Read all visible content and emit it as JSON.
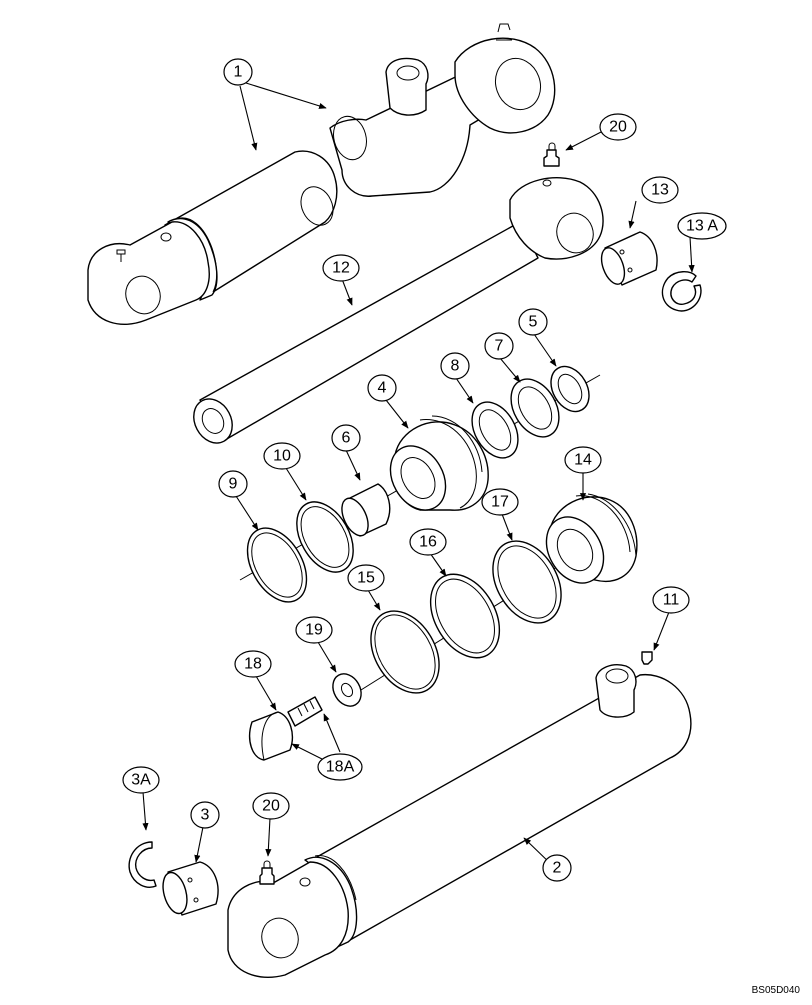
{
  "diagram": {
    "drawing_code": "BS05D040",
    "callouts": [
      {
        "id": "c1",
        "label": "1"
      },
      {
        "id": "c20a",
        "label": "20"
      },
      {
        "id": "c13",
        "label": "13"
      },
      {
        "id": "c13a",
        "label": "13 A"
      },
      {
        "id": "c12",
        "label": "12"
      },
      {
        "id": "c5",
        "label": "5"
      },
      {
        "id": "c8",
        "label": "8"
      },
      {
        "id": "c7",
        "label": "7"
      },
      {
        "id": "c4",
        "label": "4"
      },
      {
        "id": "c10",
        "label": "10"
      },
      {
        "id": "c6",
        "label": "6"
      },
      {
        "id": "c9",
        "label": "9"
      },
      {
        "id": "c14",
        "label": "14"
      },
      {
        "id": "c17",
        "label": "17"
      },
      {
        "id": "c16",
        "label": "16"
      },
      {
        "id": "c15",
        "label": "15"
      },
      {
        "id": "c11",
        "label": "11"
      },
      {
        "id": "c19",
        "label": "19"
      },
      {
        "id": "c18",
        "label": "18"
      },
      {
        "id": "c18a",
        "label": "18A"
      },
      {
        "id": "c3a",
        "label": "3A"
      },
      {
        "id": "c3",
        "label": "3"
      },
      {
        "id": "c20b",
        "label": "20"
      },
      {
        "id": "c2",
        "label": "2"
      }
    ]
  }
}
